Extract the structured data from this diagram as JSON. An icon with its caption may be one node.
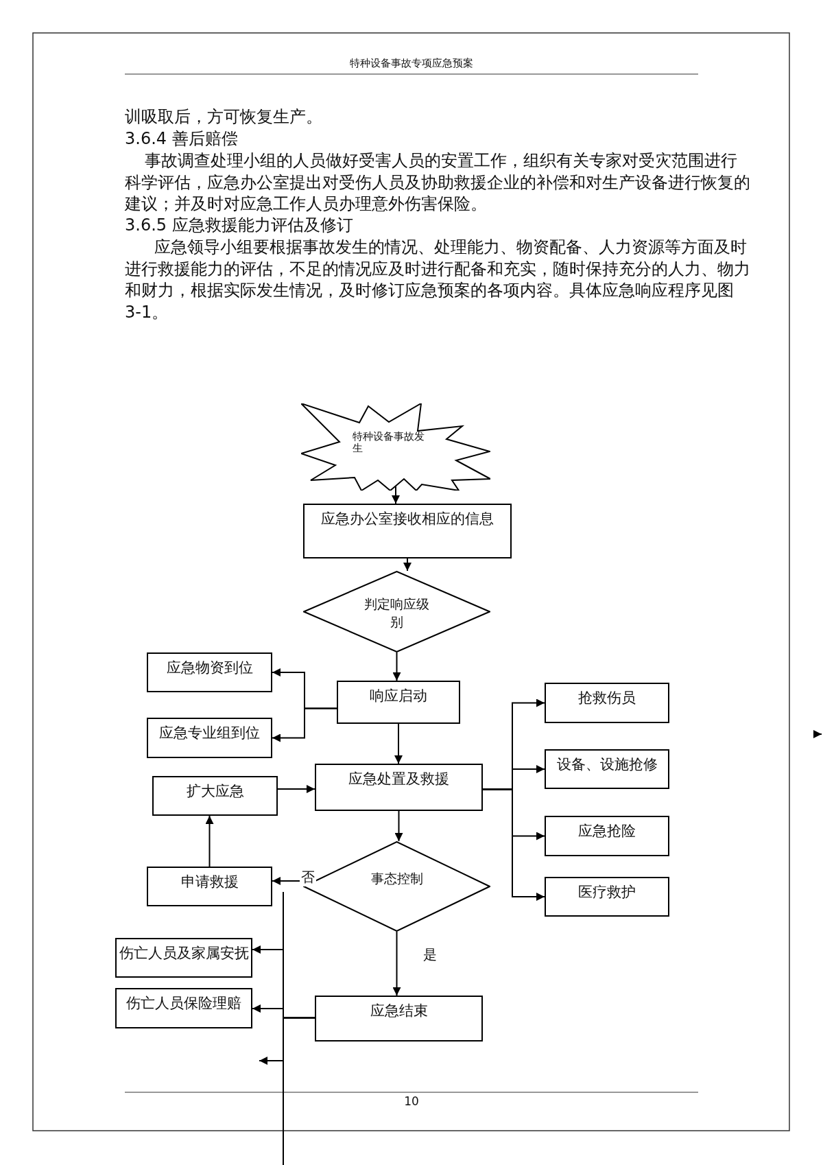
{
  "diagram": {
    "nodes": [
      {
        "text": [
          "特种设备事故发生"
        ]
      },
      {
        "text": [
          "应急办公室接收相应的信息"
        ]
      },
      {
        "text": [
          "判定响应级别"
        ]
      },
      {
        "text": [
          "响应启动"
        ]
      },
      {
        "text": [
          "应急物资到位"
        ]
      },
      {
        "text": [
          "应急专业组到位"
        ]
      },
      {
        "text": [
          "扩大应急"
        ]
      },
      {
        "text": [
          "应急处置及救援"
        ]
      },
      {
        "text": [
          "抢救伤员"
        ]
      },
      {
        "text": [
          "设备、设施抢修"
        ]
      },
      {
        "text": [
          "应急抢险"
        ]
      },
      {
        "text": [
          "医疗救护"
        ]
      },
      {
        "text": [
          "申请救援"
        ]
      },
      {
        "text": [
          "事态控制"
        ]
      },
      {
        "text": [
          "伤亡人员及家属安抚"
        ]
      },
      {
        "text": [
          "伤亡人员保险理赔"
        ]
      },
      {
        "text": [
          "应急结束"
        ]
      }
    ],
    "edges": [
      {
        "from": 0,
        "to": 1,
        "arrow": "to"
      },
      {
        "from": 1,
        "to": 2,
        "arrow": "to"
      },
      {
        "from": 2,
        "to": 3,
        "arrow": "to"
      },
      {
        "from": 3,
        "to": 4,
        "arrow": "to"
      },
      {
        "from": 3,
        "to": 5,
        "arrow": "to"
      },
      {
        "from": 3,
        "to": 7,
        "arrow": "to"
      },
      {
        "from": 6,
        "to": 7,
        "arrow": "to"
      },
      {
        "from": 7,
        "to": 8,
        "arrow": "to"
      },
      {
        "from": 7,
        "to": 9,
        "arrow": "to"
      },
      {
        "from": 7,
        "to": 10,
        "arrow": "to"
      },
      {
        "from": 7,
        "to": 11,
        "arrow": "to"
      },
      {
        "from": 7,
        "to": 13,
        "arrow": "to"
      },
      {
        "from": 13,
        "to": 12,
        "arrow": "to",
        "label": "否"
      },
      {
        "from": 12,
        "to": 6,
        "arrow": "to"
      },
      {
        "from": 13,
        "to": 16,
        "arrow": "to",
        "label": "是"
      },
      {
        "from": 16,
        "to": 14,
        "arrow": "to"
      },
      {
        "from": 16,
        "to": 15,
        "arrow": "to"
      },
      {
        "from": 16,
        "to": null,
        "arrow": "to"
      }
    ],
    "labels": [
      "特种设备事故专项应急预案",
      "训吸取后，方可恢复生产。",
      "3.6.4 善后赔偿",
      "事故调查处理小组的人员做好受害人员的安置工作，组织有关专家对受灾范围进行科学评估，应急办公室提出对受伤人员及协助救援企业的补偿和对生产设备进行恢复的建议；并及时对应急工作人员办理意外伤害保险。",
      "3.6.5 应急救援能力评估及修订",
      "应急领导小组要根据事故发生的情况、处理能力、物资配备、人力资源等方面及时进行救援能力的评估，不足的情况应及时进行配备和充实，随时保持充分的人力、物力和财力，根据实际发生情况，及时修订应急预案的各项内容。具体应急响应程序见图 3-1。",
      "10"
    ]
  }
}
